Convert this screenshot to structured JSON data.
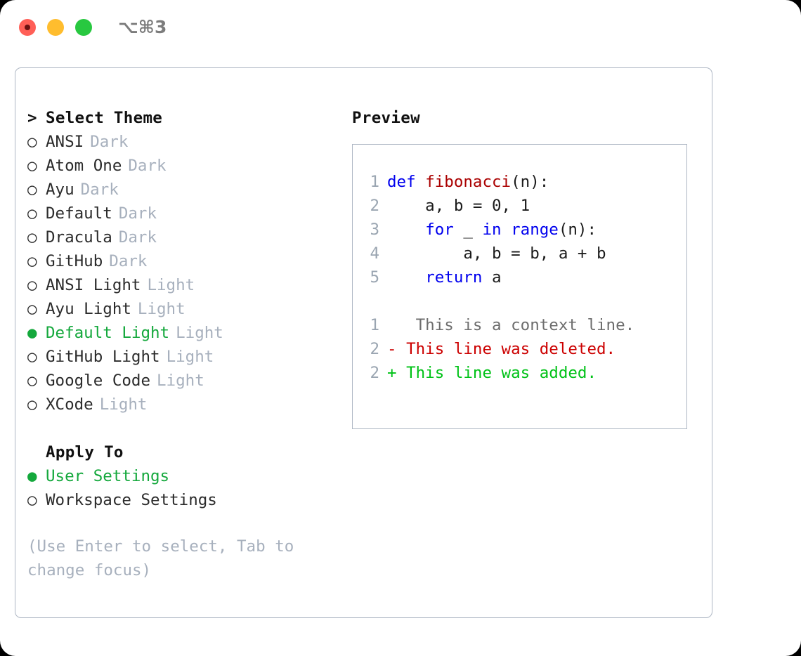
{
  "window": {
    "shortcut": "⌥⌘3",
    "traffic_lights": [
      {
        "name": "close",
        "color": "#ff5f57"
      },
      {
        "name": "minimize",
        "color": "#ffbd2e"
      },
      {
        "name": "maximize",
        "color": "#28c840"
      }
    ]
  },
  "theme_picker": {
    "heading_marker": ">",
    "heading": "Select Theme",
    "selected_marker": "●",
    "unselected_marker": "○",
    "items": [
      {
        "label": "ANSI",
        "tag": "Dark",
        "selected": false
      },
      {
        "label": "Atom One",
        "tag": "Dark",
        "selected": false
      },
      {
        "label": "Ayu",
        "tag": "Dark",
        "selected": false
      },
      {
        "label": "Default",
        "tag": "Dark",
        "selected": false
      },
      {
        "label": "Dracula",
        "tag": "Dark",
        "selected": false
      },
      {
        "label": "GitHub",
        "tag": "Dark",
        "selected": false
      },
      {
        "label": "ANSI Light",
        "tag": "Light",
        "selected": false
      },
      {
        "label": "Ayu Light",
        "tag": "Light",
        "selected": false
      },
      {
        "label": "Default Light",
        "tag": "Light",
        "selected": true
      },
      {
        "label": "GitHub Light",
        "tag": "Light",
        "selected": false
      },
      {
        "label": "Google Code",
        "tag": "Light",
        "selected": false
      },
      {
        "label": "XCode",
        "tag": "Light",
        "selected": false
      }
    ]
  },
  "apply_to": {
    "heading": "Apply To",
    "items": [
      {
        "label": "User Settings",
        "selected": true
      },
      {
        "label": "Workspace Settings",
        "selected": false
      }
    ]
  },
  "hint": "(Use Enter to select, Tab to change focus)",
  "preview": {
    "title": "Preview",
    "code_lines": [
      {
        "num": "1",
        "tokens": [
          {
            "t": "def ",
            "c": "kw"
          },
          {
            "t": "fibonacci",
            "c": "fn"
          },
          {
            "t": "(n):",
            "c": "pl"
          }
        ]
      },
      {
        "num": "2",
        "tokens": [
          {
            "t": "    a, b = 0, 1",
            "c": "pl"
          }
        ]
      },
      {
        "num": "3",
        "tokens": [
          {
            "t": "    ",
            "c": "pl"
          },
          {
            "t": "for",
            "c": "kw"
          },
          {
            "t": " _ ",
            "c": "pl"
          },
          {
            "t": "in",
            "c": "kw"
          },
          {
            "t": " ",
            "c": "pl"
          },
          {
            "t": "range",
            "c": "kw"
          },
          {
            "t": "(n):",
            "c": "pl"
          }
        ]
      },
      {
        "num": "4",
        "tokens": [
          {
            "t": "        a, b = b, a + b",
            "c": "pl"
          }
        ]
      },
      {
        "num": "5",
        "tokens": [
          {
            "t": "    ",
            "c": "pl"
          },
          {
            "t": "return",
            "c": "kw"
          },
          {
            "t": " a",
            "c": "pl"
          }
        ]
      }
    ],
    "diff_lines": [
      {
        "num": "1",
        "sign": " ",
        "text": "  This is a context line.",
        "kind": "ctx"
      },
      {
        "num": "2",
        "sign": "-",
        "text": " This line was deleted.",
        "kind": "del"
      },
      {
        "num": "2",
        "sign": "+",
        "text": " This line was added.",
        "kind": "add"
      }
    ]
  },
  "colors": {
    "accent_green": "#14a83c",
    "muted": "#a7b0bd",
    "border": "#aeb7c4",
    "keyword": "#0000ee",
    "function": "#aa0000",
    "diff_deleted": "#cc0000",
    "diff_added": "#00c217",
    "line_number": "#9aa5b1"
  }
}
